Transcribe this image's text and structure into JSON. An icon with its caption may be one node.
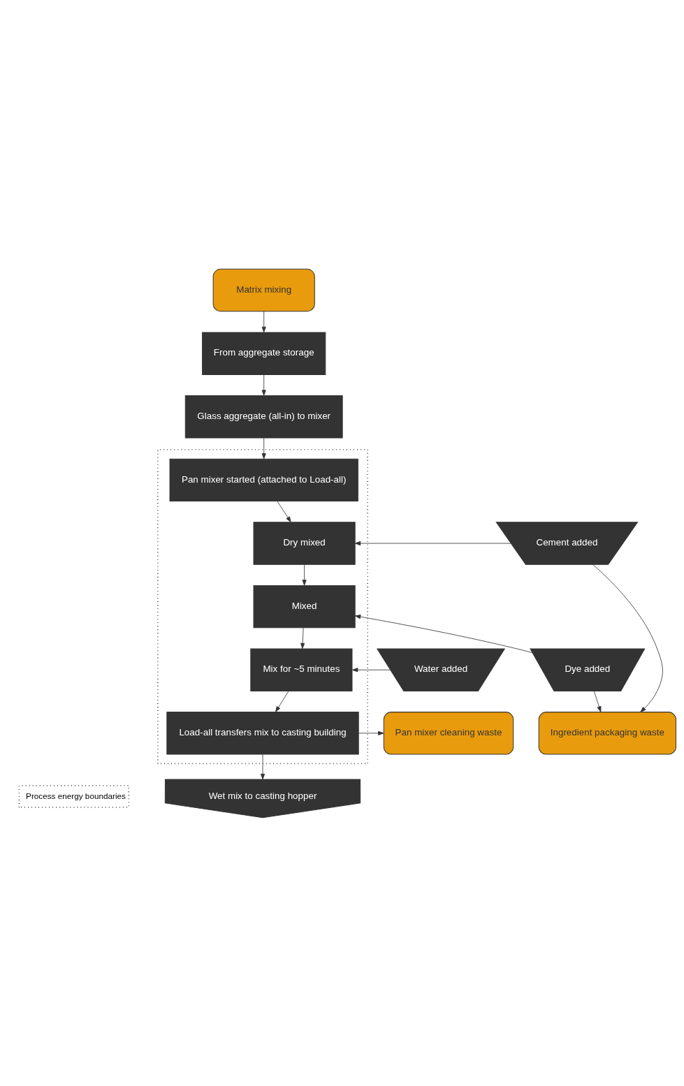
{
  "diagram": {
    "nodes": [
      {
        "text": [
          "Matrix mixing"
        ]
      },
      {
        "text": [
          "From aggregate storage"
        ]
      },
      {
        "text": [
          "Glass aggregate (all-in) to mixer"
        ]
      },
      {
        "text": [],
        "shape": "box"
      },
      {
        "text": [
          "Pan mixer started (attached to Load-all)"
        ],
        "in": 3
      },
      {
        "text": [
          "Cement added"
        ]
      },
      {
        "text": [
          "Dry mixed"
        ],
        "in": 3
      },
      {
        "text": [
          "Dye added"
        ]
      },
      {
        "text": [
          "Mixed"
        ],
        "in": 3
      },
      {
        "text": [
          "Water added"
        ]
      },
      {
        "text": [
          "Mix for ~5 minutes"
        ],
        "in": 3
      },
      {
        "text": [
          "Ingredient packaging waste"
        ]
      },
      {
        "text": [
          "Load-all transfers mix to casting building"
        ],
        "in": 3
      },
      {
        "text": [
          "Pan mixer cleaning waste"
        ]
      },
      {
        "text": [
          "Wet mix to casting hopper"
        ]
      }
    ],
    "edges": [
      {
        "from": 0,
        "to": 1,
        "arrow": "to"
      },
      {
        "from": 1,
        "to": 2,
        "arrow": "to"
      },
      {
        "from": 2,
        "to": 4,
        "arrow": "to"
      },
      {
        "from": 4,
        "to": 6,
        "arrow": "to"
      },
      {
        "from": 5,
        "to": 6,
        "arrow": "to"
      },
      {
        "from": 6,
        "to": 8,
        "arrow": "to"
      },
      {
        "from": 7,
        "to": 8,
        "arrow": "to"
      },
      {
        "from": 8,
        "to": 10,
        "arrow": "to"
      },
      {
        "from": 9,
        "to": 10,
        "arrow": "to"
      },
      {
        "from": 10,
        "to": 12,
        "arrow": "to"
      },
      {
        "from": 12,
        "to": 13,
        "arrow": "to"
      },
      {
        "from": 12,
        "to": 14,
        "arrow": "to"
      },
      {
        "from": 5,
        "to": 11,
        "arrow": "to"
      },
      {
        "from": 7,
        "to": 11,
        "arrow": "to"
      }
    ],
    "legend": [
      {
        "text": "Process energy boundaries"
      }
    ]
  }
}
